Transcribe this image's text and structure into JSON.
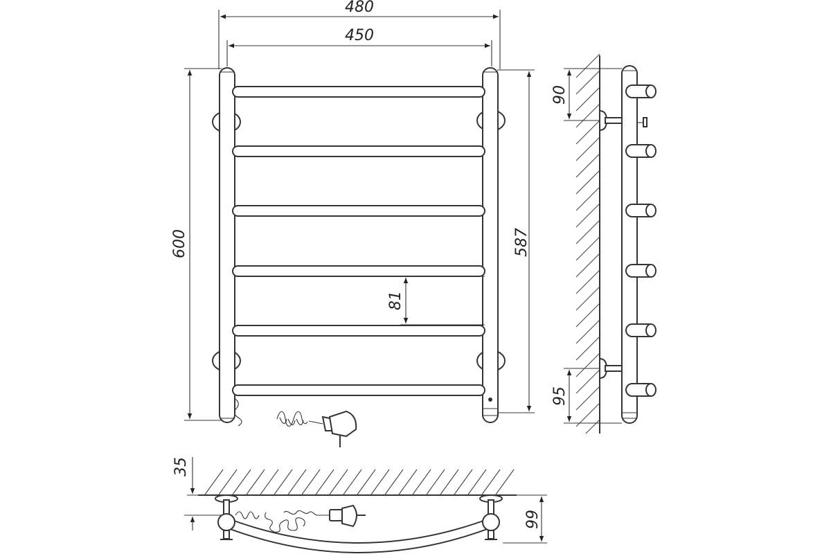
{
  "dimensions": {
    "overall_width": "480",
    "mount_width": "450",
    "overall_height": "600",
    "mount_height": "587",
    "rung_spacing": "81",
    "top_bracket_offset": "90",
    "bottom_bracket_offset": "95",
    "wall_gap": "35",
    "depth": "99"
  },
  "colors": {
    "line": "#333333",
    "background": "#ffffff"
  },
  "icons": [
    "power-plug-icon",
    "coiled-cord-icon",
    "wall-hatch"
  ]
}
